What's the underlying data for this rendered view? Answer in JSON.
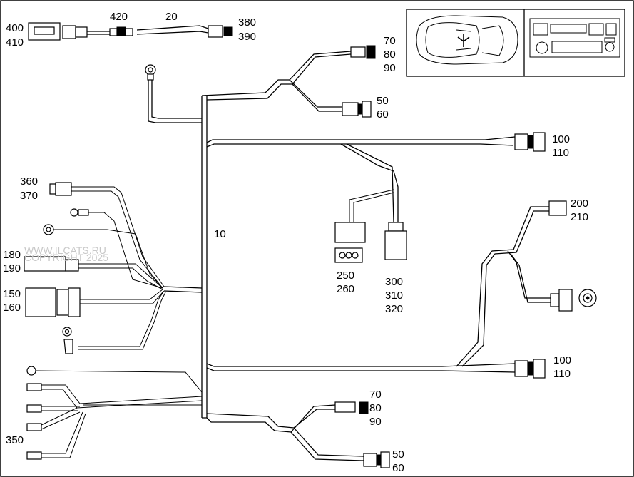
{
  "labels": {
    "l10": "10",
    "l20": "20",
    "l420": "420",
    "l400": "400",
    "l410": "410",
    "l380": "380",
    "l390": "390",
    "l70a": "70",
    "l80a": "80",
    "l90a": "90",
    "l50a": "50",
    "l60a": "60",
    "l100a": "100",
    "l110a": "110",
    "l360": "360",
    "l370": "370",
    "l200": "200",
    "l210": "210",
    "l180": "180",
    "l190": "190",
    "l150": "150",
    "l160": "160",
    "l250": "250",
    "l260": "260",
    "l300": "300",
    "l310": "310",
    "l320": "320",
    "l100b": "100",
    "l110b": "110",
    "l70b": "70",
    "l80b": "80",
    "l90b": "90",
    "l50b": "50",
    "l60b": "60",
    "l350": "350"
  },
  "watermark": {
    "line1": "WWW.ILCATS.RU",
    "line2": "COPYRIGHT 2025"
  },
  "icons": {
    "vehicle": "car-topview-icon",
    "radio": "car-radio-icon"
  }
}
